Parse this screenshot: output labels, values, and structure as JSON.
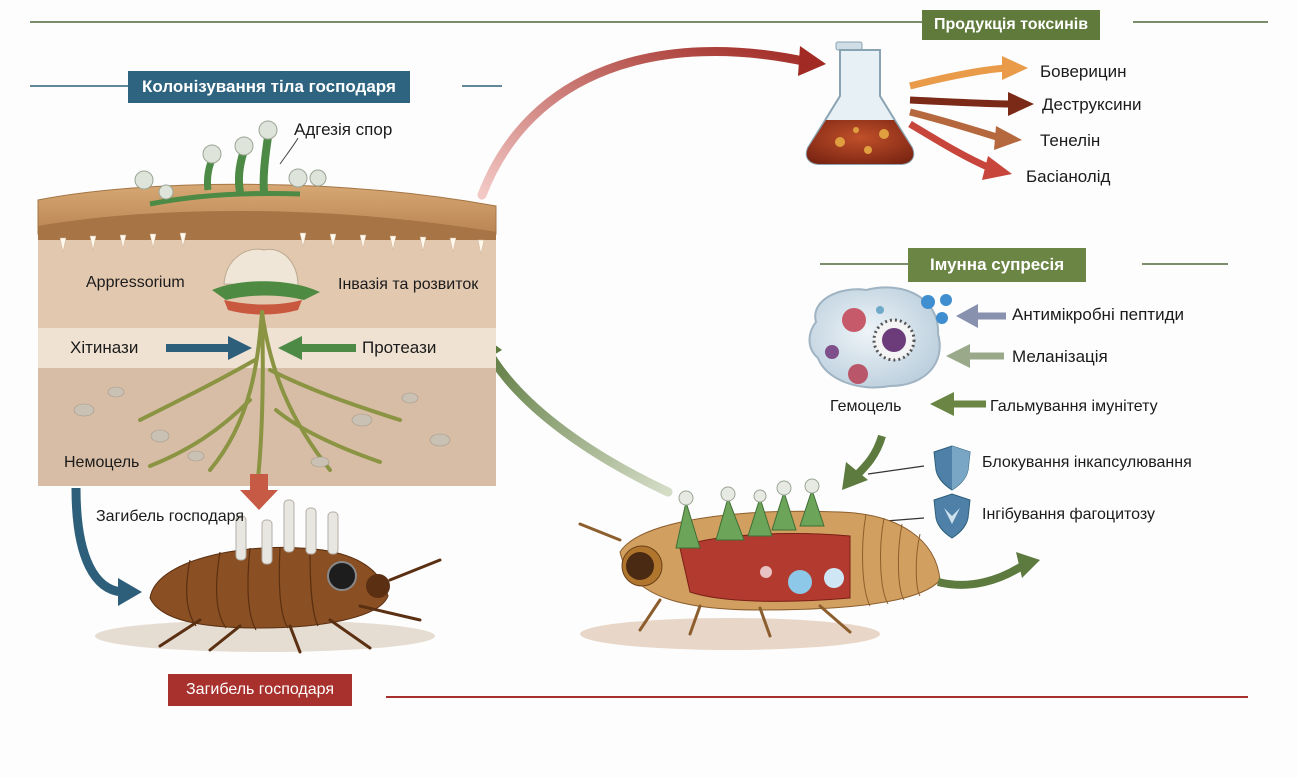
{
  "colors": {
    "blue_header": "#2e6480",
    "green_header": "#5f7a3b",
    "red_header": "#a8302d",
    "olive_header": "#6b8545"
  },
  "headers": {
    "toxins": "Продукція токсинів",
    "colonization": "Колонізування тіла господаря",
    "immune": "Імунна супресія",
    "death": "Загибель господаря"
  },
  "colonization": {
    "spore_adhesion": "Адгезія спор",
    "appressorium": "Appressorium",
    "invasion": "Інвазія та розвиток",
    "chitinases": "Хітинази",
    "proteases": "Протеази",
    "hemocoel": "Немоцель",
    "host_death": "Загибель господаря"
  },
  "toxins": {
    "items": [
      "Боверицин",
      "Деструксини",
      "Тенелін",
      "Басіанолід"
    ]
  },
  "immune": {
    "hemocoel": "Гемоцель",
    "items": [
      "Антимікробні пептиди",
      "Меланізація",
      "Гальмування імунітету"
    ],
    "shields": [
      "Блокування інкапсулювання",
      "Інгібування фагоцитозу"
    ]
  },
  "icons": [
    "flask-icon",
    "hemocyte-cell-icon",
    "shield-icon",
    "insect-illustration",
    "cuticle-cross-section"
  ]
}
